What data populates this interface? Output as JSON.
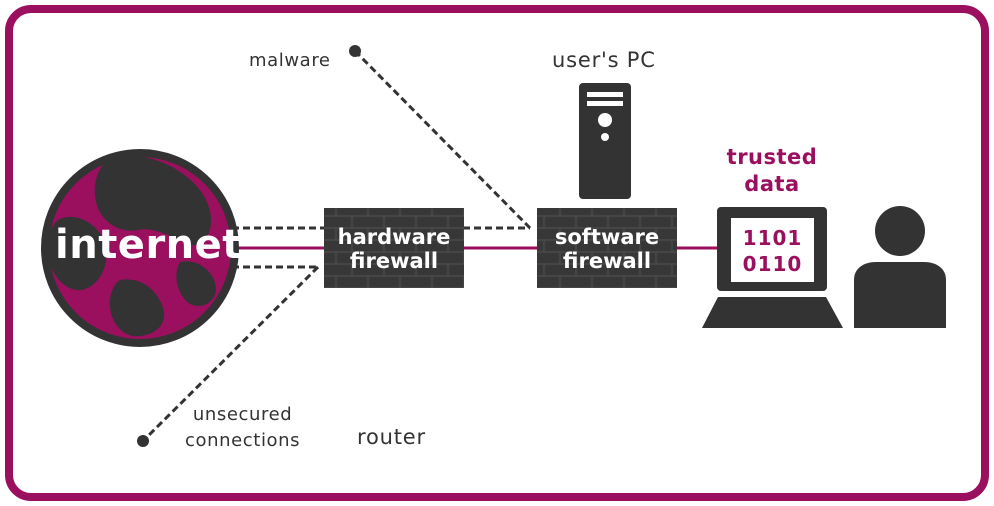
{
  "labels": {
    "internet": "internet",
    "malware": "malware",
    "users_pc": "user's PC",
    "trusted_data_line1": "trusted",
    "trusted_data_line2": "data",
    "hardware_firewall_line1": "hardware",
    "hardware_firewall_line2": "firewall",
    "software_firewall_line1": "software",
    "software_firewall_line2": "firewall",
    "binary_line1": "1101",
    "binary_line2": "0110",
    "unsecured_line1": "unsecured",
    "unsecured_line2": "connections",
    "router": "router"
  },
  "icons": {
    "globe": "globe-icon",
    "tower": "pc-tower-icon",
    "laptop": "laptop-icon",
    "user": "user-icon",
    "wall": "brick-wall-icon"
  },
  "colors": {
    "accent": "#9b0f5f",
    "dark": "#333333",
    "background": "#ffffff"
  }
}
